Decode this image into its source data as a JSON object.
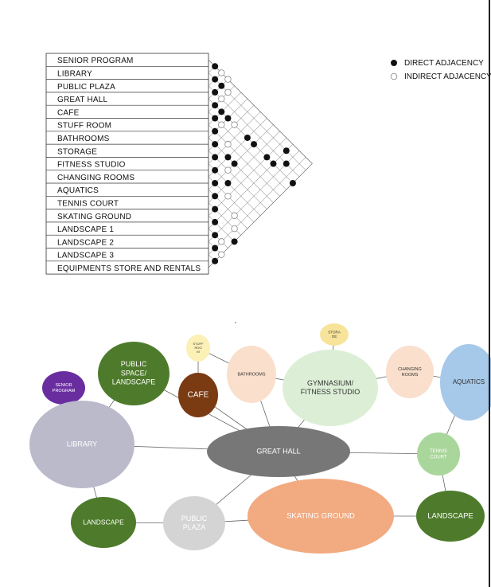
{
  "legend": {
    "direct_label": "DIRECT ADJACENCY",
    "indirect_label": "INDIRECT ADJACENCY"
  },
  "matrix": {
    "rows": [
      "SENIOR PROGRAM",
      "LIBRARY",
      "PUBLIC PLAZA",
      "GREAT HALL",
      "CAFE",
      "STUFF ROOM",
      "BATHROOMS",
      "STORAGE",
      "FITNESS STUDIO",
      "CHANGING ROOMS",
      "AQUATICS",
      "TENNIS COURT",
      "SKATING GROUND",
      "LANDSCAPE 1",
      "LANDSCAPE 2",
      "LANDSCAPE 3",
      "EQUIPMENTS STORE AND RENTALS"
    ],
    "relations": [
      {
        "a": 0,
        "b": 1,
        "type": "direct"
      },
      {
        "a": 0,
        "b": 2,
        "type": "indirect"
      },
      {
        "a": 0,
        "b": 3,
        "type": "indirect"
      },
      {
        "a": 1,
        "b": 2,
        "type": "direct"
      },
      {
        "a": 1,
        "b": 3,
        "type": "direct"
      },
      {
        "a": 1,
        "b": 4,
        "type": "indirect"
      },
      {
        "a": 1,
        "b": 13,
        "type": "direct"
      },
      {
        "a": 2,
        "b": 3,
        "type": "direct"
      },
      {
        "a": 2,
        "b": 4,
        "type": "indirect"
      },
      {
        "a": 2,
        "b": 14,
        "type": "direct"
      },
      {
        "a": 3,
        "b": 4,
        "type": "direct"
      },
      {
        "a": 3,
        "b": 5,
        "type": "direct"
      },
      {
        "a": 3,
        "b": 6,
        "type": "direct"
      },
      {
        "a": 3,
        "b": 7,
        "type": "indirect"
      },
      {
        "a": 3,
        "b": 9,
        "type": "direct"
      },
      {
        "a": 3,
        "b": 10,
        "type": "direct"
      },
      {
        "a": 3,
        "b": 12,
        "type": "direct"
      },
      {
        "a": 3,
        "b": 13,
        "type": "direct"
      },
      {
        "a": 3,
        "b": 16,
        "type": "direct"
      },
      {
        "a": 4,
        "b": 5,
        "type": "direct"
      },
      {
        "a": 4,
        "b": 6,
        "type": "indirect"
      },
      {
        "a": 5,
        "b": 6,
        "type": "direct"
      },
      {
        "a": 5,
        "b": 8,
        "type": "indirect"
      },
      {
        "a": 6,
        "b": 7,
        "type": "direct"
      },
      {
        "a": 6,
        "b": 9,
        "type": "direct"
      },
      {
        "a": 6,
        "b": 10,
        "type": "direct"
      },
      {
        "a": 7,
        "b": 8,
        "type": "direct"
      },
      {
        "a": 7,
        "b": 10,
        "type": "indirect"
      },
      {
        "a": 8,
        "b": 9,
        "type": "direct"
      },
      {
        "a": 8,
        "b": 11,
        "type": "direct"
      },
      {
        "a": 9,
        "b": 10,
        "type": "direct"
      },
      {
        "a": 9,
        "b": 12,
        "type": "indirect"
      },
      {
        "a": 10,
        "b": 11,
        "type": "direct"
      },
      {
        "a": 10,
        "b": 14,
        "type": "indirect"
      },
      {
        "a": 11,
        "b": 12,
        "type": "direct"
      },
      {
        "a": 11,
        "b": 15,
        "type": "indirect"
      },
      {
        "a": 12,
        "b": 13,
        "type": "direct"
      },
      {
        "a": 12,
        "b": 16,
        "type": "direct"
      },
      {
        "a": 13,
        "b": 14,
        "type": "direct"
      },
      {
        "a": 13,
        "b": 15,
        "type": "indirect"
      },
      {
        "a": 14,
        "b": 15,
        "type": "direct"
      },
      {
        "a": 14,
        "b": 16,
        "type": "indirect"
      },
      {
        "a": 15,
        "b": 16,
        "type": "direct"
      }
    ]
  },
  "bubbles": [
    {
      "id": "senior",
      "lines": [
        "SENIOR",
        "PROGRAM"
      ],
      "color": "#6a2da0",
      "text_dark": false
    },
    {
      "id": "public-space",
      "lines": [
        "PUBLIC",
        "SPACE/",
        "LANDSCAPE"
      ],
      "color": "#4e7b2b",
      "text_dark": false
    },
    {
      "id": "stuff-room",
      "lines": [
        "STUFF",
        "ROO",
        "M"
      ],
      "color": "#fbf0b6",
      "text_dark": true
    },
    {
      "id": "cafe",
      "lines": [
        "CAFE"
      ],
      "color": "#7a3a12",
      "text_dark": false
    },
    {
      "id": "bathrooms",
      "lines": [
        "BATHROOMS"
      ],
      "color": "#f9dfcc",
      "text_dark": true
    },
    {
      "id": "storage",
      "lines": [
        "STORA",
        "GE"
      ],
      "color": "#f7e49a",
      "text_dark": true
    },
    {
      "id": "gym",
      "lines": [
        "GYMNASIUM/",
        "FITNESS STUDIO"
      ],
      "color": "#dcefd6",
      "text_dark": true
    },
    {
      "id": "changing",
      "lines": [
        "CHANGING",
        "ROOMS"
      ],
      "color": "#f9dfcc",
      "text_dark": true
    },
    {
      "id": "aquatics",
      "lines": [
        "AQUATICS"
      ],
      "color": "#a6c8e9",
      "text_dark": true
    },
    {
      "id": "library",
      "lines": [
        "LIBRARY"
      ],
      "color": "#bbbacb",
      "text_dark": false
    },
    {
      "id": "great-hall",
      "lines": [
        "GREAT HALL"
      ],
      "color": "#777777",
      "text_dark": false
    },
    {
      "id": "tennis",
      "lines": [
        "TENNIS",
        "COURT"
      ],
      "color": "#a9d69a",
      "text_dark": false
    },
    {
      "id": "landscape-left",
      "lines": [
        "LANDSCAPE"
      ],
      "color": "#4e7b2b",
      "text_dark": false
    },
    {
      "id": "public-plaza",
      "lines": [
        "PUBLIC",
        "PLAZA"
      ],
      "color": "#d4d4d4",
      "text_dark": false
    },
    {
      "id": "skating",
      "lines": [
        "SKATING GROUND"
      ],
      "color": "#f2aa80",
      "text_dark": false
    },
    {
      "id": "landscape-right",
      "lines": [
        "LANDSCAPE"
      ],
      "color": "#4e7b2b",
      "text_dark": false
    }
  ],
  "connections": [
    [
      "senior",
      "library"
    ],
    [
      "public-space",
      "library"
    ],
    [
      "public-space",
      "great-hall"
    ],
    [
      "stuff-room",
      "cafe"
    ],
    [
      "stuff-room",
      "bathrooms"
    ],
    [
      "cafe",
      "great-hall"
    ],
    [
      "bathrooms",
      "gym"
    ],
    [
      "bathrooms",
      "great-hall"
    ],
    [
      "storage",
      "gym"
    ],
    [
      "gym",
      "changing"
    ],
    [
      "gym",
      "great-hall"
    ],
    [
      "changing",
      "aquatics"
    ],
    [
      "aquatics",
      "tennis"
    ],
    [
      "library",
      "great-hall"
    ],
    [
      "library",
      "landscape-left"
    ],
    [
      "great-hall",
      "tennis"
    ],
    [
      "great-hall",
      "public-plaza"
    ],
    [
      "great-hall",
      "skating"
    ],
    [
      "landscape-left",
      "public-plaza"
    ],
    [
      "public-plaza",
      "skating"
    ],
    [
      "skating",
      "landscape-right"
    ],
    [
      "tennis",
      "landscape-right"
    ]
  ]
}
